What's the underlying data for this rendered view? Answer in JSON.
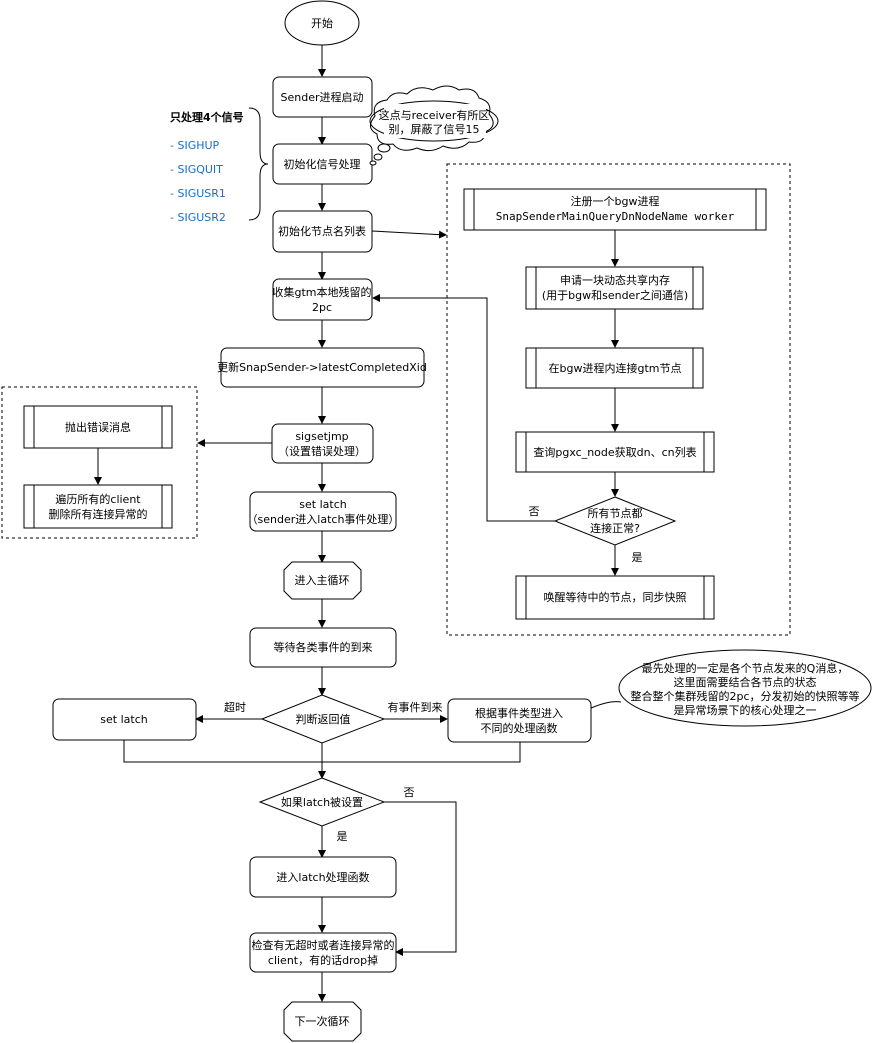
{
  "diagram": {
    "start": "开始",
    "sender_start": "Sender进程启动",
    "init_signal": "初始化信号处理",
    "cloud_note": [
      "这点与receiver有所区",
      "别，屏蔽了信号15"
    ],
    "signals_title": "只处理4个信号",
    "signals": [
      "- SIGHUP",
      "- SIGQUIT",
      "- SIGUSR1",
      "- SIGUSR2"
    ],
    "init_nodelist": "初始化节点名列表",
    "collect_2pc": [
      "收集gtm本地残留的",
      "2pc"
    ],
    "update_xid": "更新SnapSender->latestCompletedXid",
    "sigsetjmp": [
      "sigsetjmp",
      "（设置错误处理）"
    ],
    "error_throw": "抛出错误消息",
    "error_clients": [
      "遍历所有的client",
      "删除所有连接异常的"
    ],
    "set_latch_init": [
      "set latch",
      "（sender进入latch事件处理）"
    ],
    "main_loop": "进入主循环",
    "wait_events": "等待各类事件的到来",
    "judge_return": "判断返回值",
    "timeout_label": "超时",
    "set_latch": "set latch",
    "event_label": "有事件到来",
    "dispatch": [
      "根据事件类型进入",
      "不同的处理函数"
    ],
    "ellipse_note": [
      "最先处理的一定是各个节点发来的Q消息，",
      "这里面需要结合各节点的状态",
      "整合整个集群残留的2pc，分发初始的快照等等",
      "是异常场景下的核心处理之一"
    ],
    "if_latch": "如果latch被设置",
    "no_label": "否",
    "yes_label": "是",
    "latch_func": "进入latch处理函数",
    "check_clients": [
      "检查有无超时或者连接异常的",
      "client，有的话drop掉"
    ],
    "next_loop": "下一次循环",
    "bgw_register": [
      "注册一个bgw进程",
      "SnapSenderMainQueryDnNodeName worker"
    ],
    "shm_alloc": [
      "申请一块动态共享内存",
      "(用于bgw和sender之间通信)"
    ],
    "bgw_connect": "在bgw进程内连接gtm节点",
    "query_pgxc": "查询pgxc_node获取dn、cn列表",
    "all_nodes_ok": [
      "所有节点都",
      "连接正常?"
    ],
    "bgw_no": "否",
    "bgw_yes": "是",
    "wake_sync": "唤醒等待中的节点，同步快照"
  }
}
